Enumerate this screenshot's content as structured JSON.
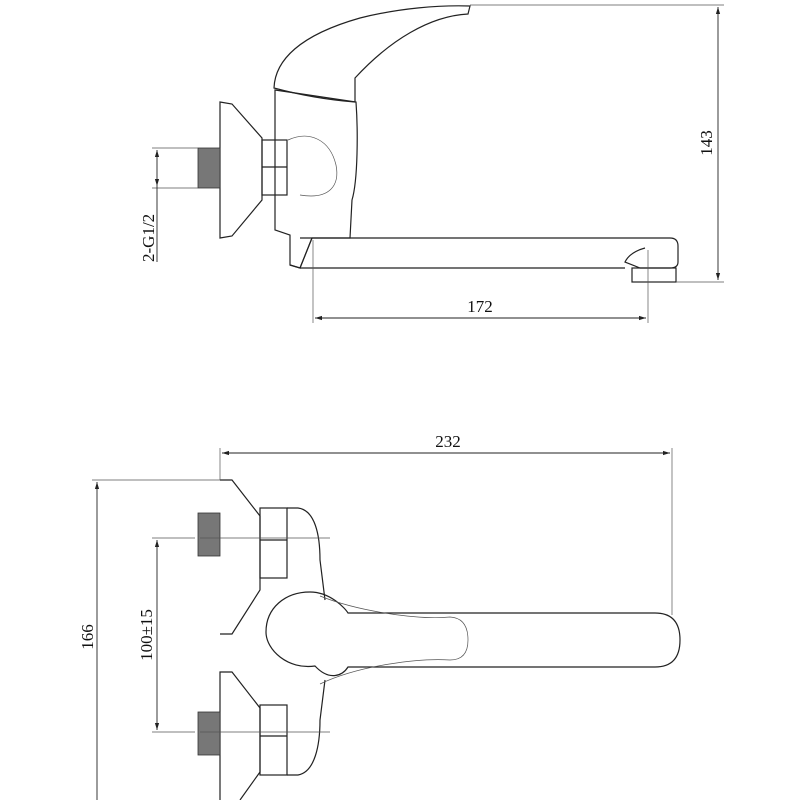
{
  "drawing": {
    "side_view": {
      "thread_label": "2-G1/2",
      "height_label": "143",
      "spout_reach_label": "172"
    },
    "front_view": {
      "total_width_label": "232",
      "total_height_label": "166",
      "inlet_spacing_label": "100±15"
    },
    "colors": {
      "line": "#222222",
      "thread": "#777777"
    }
  }
}
